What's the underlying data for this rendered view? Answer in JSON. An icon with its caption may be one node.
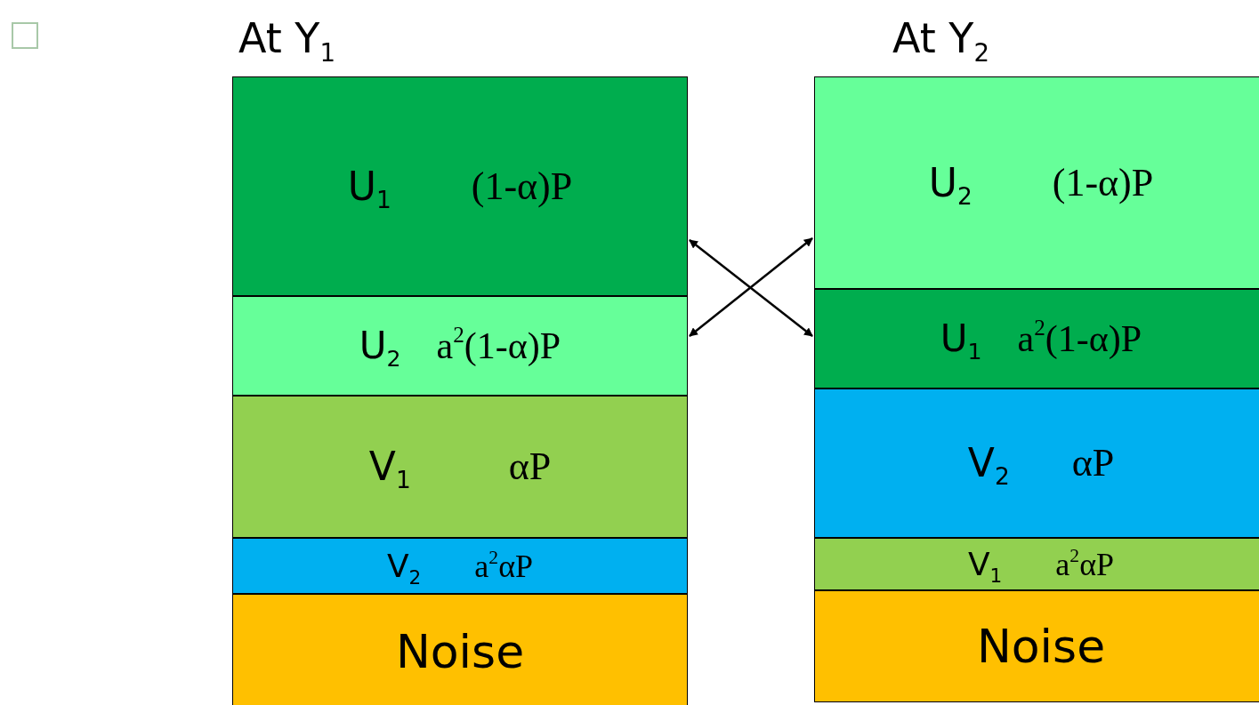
{
  "diagram": {
    "nodes": [
      {
        "text": [
          "U$_{1}$",
          "(1-α)P"
        ]
      },
      {
        "text": [
          "U$_{2}$",
          "a$^{2}$(1-α)P"
        ]
      },
      {
        "text": [
          "V$_{1}$",
          "αP"
        ]
      },
      {
        "text": [
          "V$_{2}$",
          "a$^{2}$αP"
        ]
      },
      {
        "text": [
          "Noise"
        ]
      },
      {
        "text": [
          "U$_{2}$",
          "(1-α)P"
        ]
      },
      {
        "text": [
          "U$_{1}$",
          "a$^{2}$(1-α)P"
        ]
      },
      {
        "text": [
          "V$_{2}$",
          "αP"
        ]
      },
      {
        "text": [
          "V$_{1}$",
          "a$^{2}$αP"
        ]
      },
      {
        "text": [
          "Noise"
        ]
      }
    ],
    "edges": [
      {
        "from": 0,
        "to": 6,
        "arrow": "both"
      },
      {
        "from": 1,
        "to": 5,
        "arrow": "both"
      }
    ],
    "labels": [
      "At Y$_{1}$",
      "At Y$_{2}$"
    ]
  }
}
